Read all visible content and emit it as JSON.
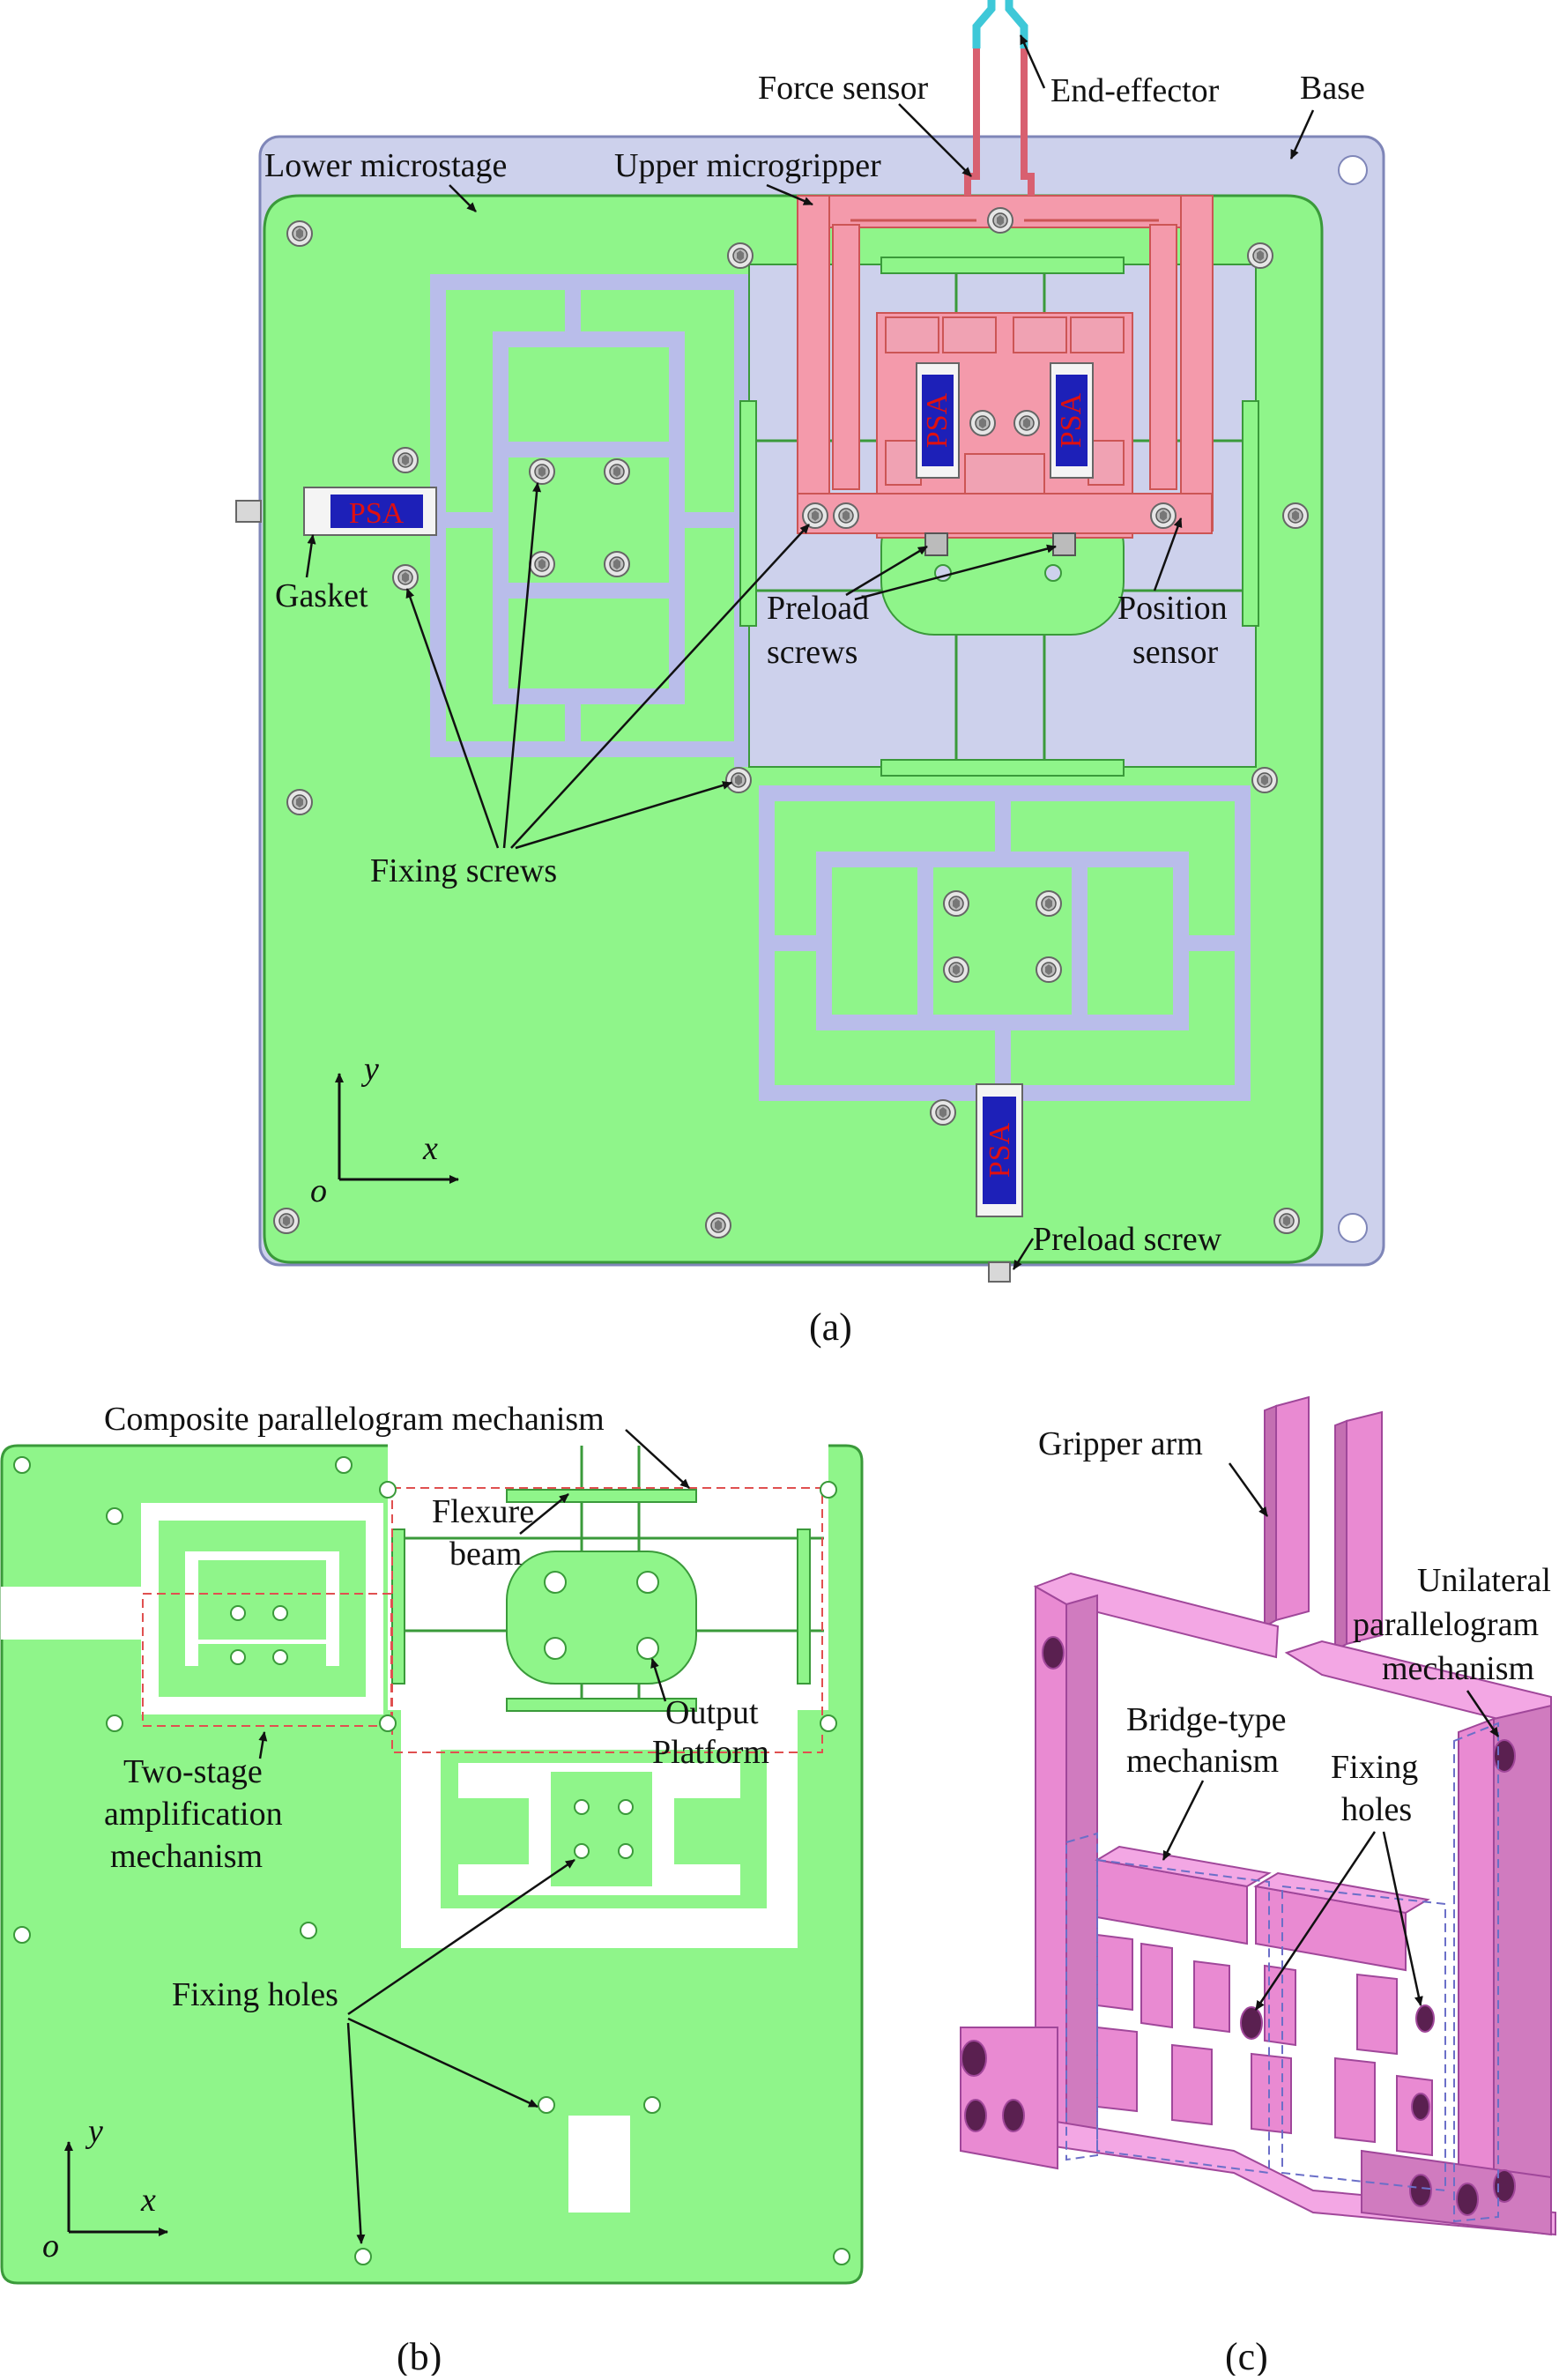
{
  "panel_a": {
    "caption": "(a)",
    "labels": {
      "force_sensor": "Force sensor",
      "end_effector": "End-effector",
      "base": "Base",
      "lower_microstage": "Lower  microstage",
      "upper_microgripper": "Upper microgripper",
      "gasket": "Gasket",
      "preload_screws_line1": "Preload",
      "preload_screws_line2": "screws",
      "position_sensor_line1": "Position",
      "position_sensor_line2": "sensor",
      "fixing_screws": "Fixing screws",
      "preload_screw": "Preload screw",
      "psa": "PSA",
      "axis_x": "x",
      "axis_y": "y",
      "axis_o": "o"
    }
  },
  "panel_b": {
    "caption": "(b)",
    "labels": {
      "composite_parallelogram": "Composite parallelogram mechanism",
      "flexure_beam_line1": "Flexure",
      "flexure_beam_line2": "beam",
      "output_platform_line1": "Output",
      "output_platform_line2": "Platform",
      "two_stage_line1": "Two-stage",
      "two_stage_line2": "amplification",
      "two_stage_line3": "mechanism",
      "fixing_holes": "Fixing holes",
      "axis_x": "x",
      "axis_y": "y",
      "axis_o": "o"
    }
  },
  "panel_c": {
    "caption": "(c)",
    "labels": {
      "gripper_arm": "Gripper arm",
      "unilateral_line1": "Unilateral",
      "unilateral_line2": "parallelogram",
      "unilateral_line3": "mechanism",
      "bridge_line1": "Bridge-type",
      "bridge_line2": "mechanism",
      "fixing_holes_line1": "Fixing",
      "fixing_holes_line2": "holes"
    }
  },
  "colors": {
    "base": "#cdd1ec",
    "stage": "#8ff58a",
    "gripper": "#f49aab",
    "psa_body": "#1d20b8",
    "psa_text": "#e01010",
    "gripper_3d": "#e98ad2",
    "end_effector": "#3ec8d8"
  }
}
